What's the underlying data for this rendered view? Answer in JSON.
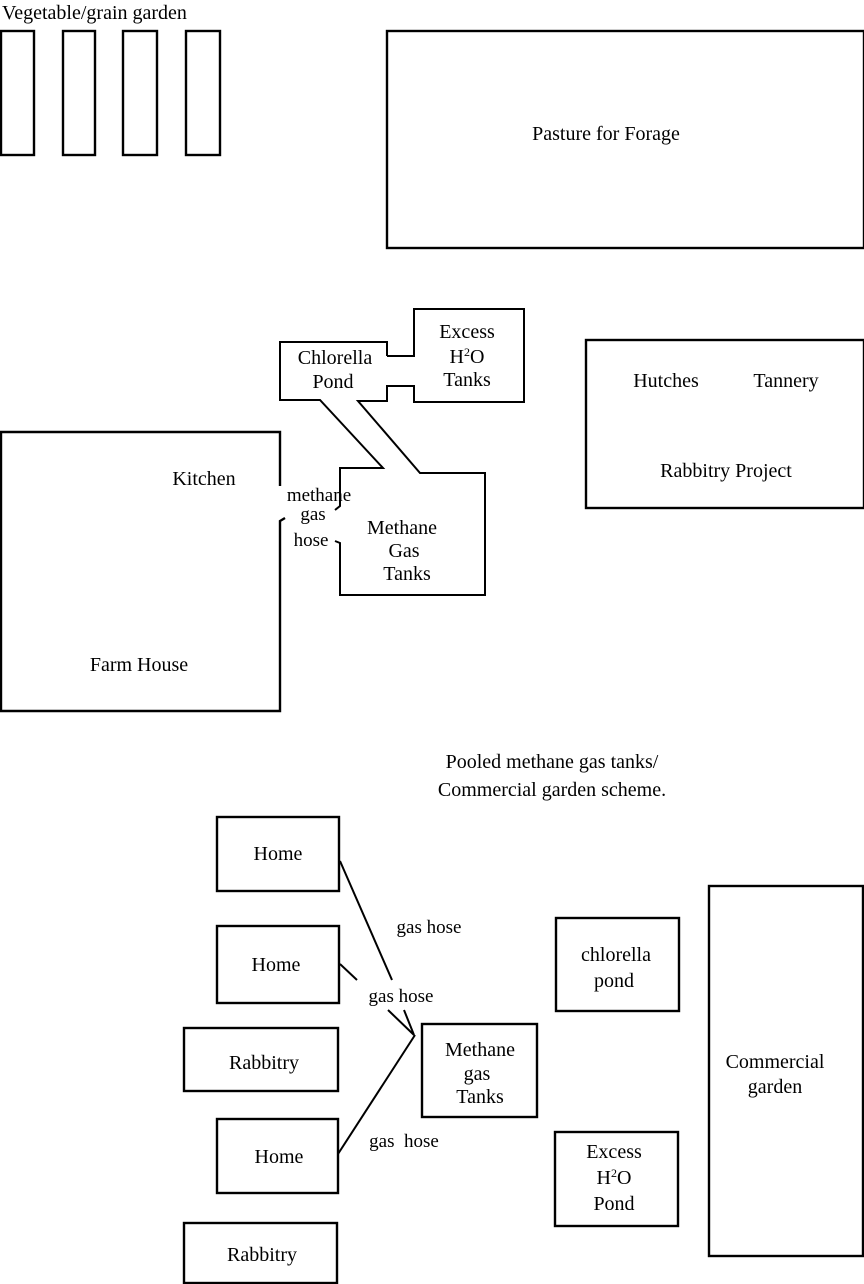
{
  "diagram": {
    "colors": {
      "ink": "#000000",
      "background": "#ffffff"
    },
    "top_section": {
      "garden_title": "Vegetable/grain garden",
      "garden_rows_count": 4,
      "pasture": "Pasture for Forage",
      "chlorella_pond": [
        "Chlorella",
        "Pond"
      ],
      "excess_water_tanks": {
        "line1": "Excess",
        "h": "H",
        "sup": "2",
        "o": "O",
        "line3": "Tanks"
      },
      "methane_gas_tanks": [
        "Methane",
        "Gas",
        "Tanks"
      ],
      "methane_hose_label": [
        "methane",
        "gas",
        "hose"
      ],
      "kitchen": "Kitchen",
      "farm_house": "Farm House",
      "rabbitry_project": {
        "hutches": "Hutches",
        "tannery": "Tannery",
        "title": "Rabbitry Project"
      }
    },
    "bottom_section": {
      "caption": [
        "Pooled methane gas tanks/",
        "Commercial garden scheme."
      ],
      "units": [
        {
          "label": "Home"
        },
        {
          "label": "Home"
        },
        {
          "label": "Rabbitry"
        },
        {
          "label": "Home"
        },
        {
          "label": "Rabbitry"
        }
      ],
      "hose_labels": [
        "gas hose",
        "gas hose",
        "gas  hose"
      ],
      "methane_gas_tanks": [
        "Methane",
        "gas",
        "Tanks"
      ],
      "chlorella_pond": [
        "chlorella",
        "pond"
      ],
      "excess_water_pond": {
        "line1": "Excess",
        "h": "H",
        "sup": "2",
        "o": "O",
        "line3": "Pond"
      },
      "commercial_garden": [
        "Commercial",
        "garden"
      ]
    }
  }
}
